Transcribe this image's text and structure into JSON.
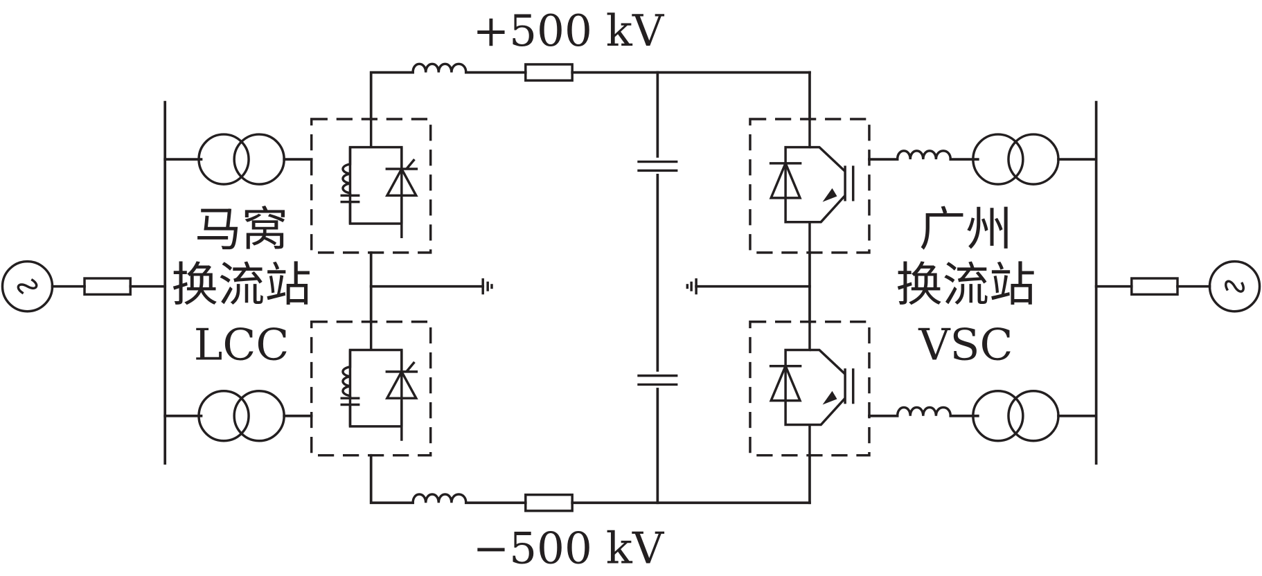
{
  "labels": {
    "pos_voltage": "+500 kV",
    "neg_voltage": "−500 kV",
    "left_station_line1": "马窝",
    "left_station_line2": "换流站",
    "left_type": "LCC",
    "right_station_line1": "广州",
    "right_station_line2": "换流站",
    "right_type": "VSC"
  },
  "icons": {
    "ac_source": "ac-source-icon",
    "transformer": "transformer-icon",
    "thyristor_valve": "thyristor-valve-icon",
    "igbt_valve": "igbt-valve-icon",
    "inductor": "inductor-icon",
    "resistor": "resistor-icon",
    "capacitor": "capacitor-icon",
    "ground": "ground-icon"
  },
  "colors": {
    "ink": "#231f20",
    "background": "#ffffff"
  }
}
